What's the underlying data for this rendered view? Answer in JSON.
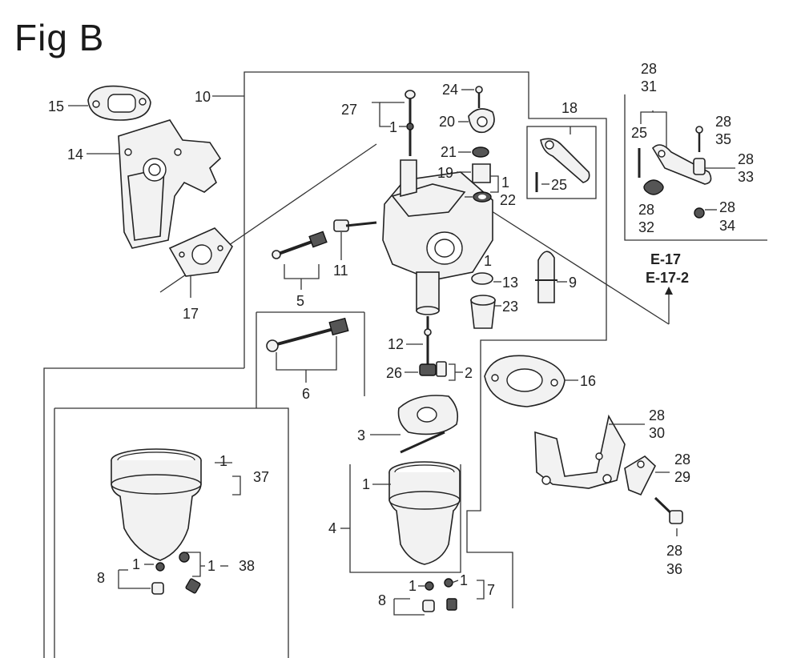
{
  "figure": {
    "title": "Fig B"
  },
  "labels": {
    "l1": "1",
    "l2": "2",
    "l3": "3",
    "l4": "4",
    "l5": "5",
    "l6": "6",
    "l7": "7",
    "l8": "8",
    "l9": "9",
    "l10": "10",
    "l11": "11",
    "l12": "12",
    "l13": "13",
    "l14": "14",
    "l15": "15",
    "l16": "16",
    "l17": "17",
    "l18": "18",
    "l19": "19",
    "l20": "20",
    "l21": "21",
    "l22": "22",
    "l23": "23",
    "l24": "24",
    "l25": "25",
    "l26": "26",
    "l27": "27",
    "l28": "28",
    "l29": "29",
    "l30": "30",
    "l31": "31",
    "l32": "32",
    "l33": "33",
    "l34": "34",
    "l35": "35",
    "l36": "36",
    "l37": "37",
    "l38": "38"
  },
  "references": {
    "e17": "E-17",
    "e172": "E-17-2"
  }
}
